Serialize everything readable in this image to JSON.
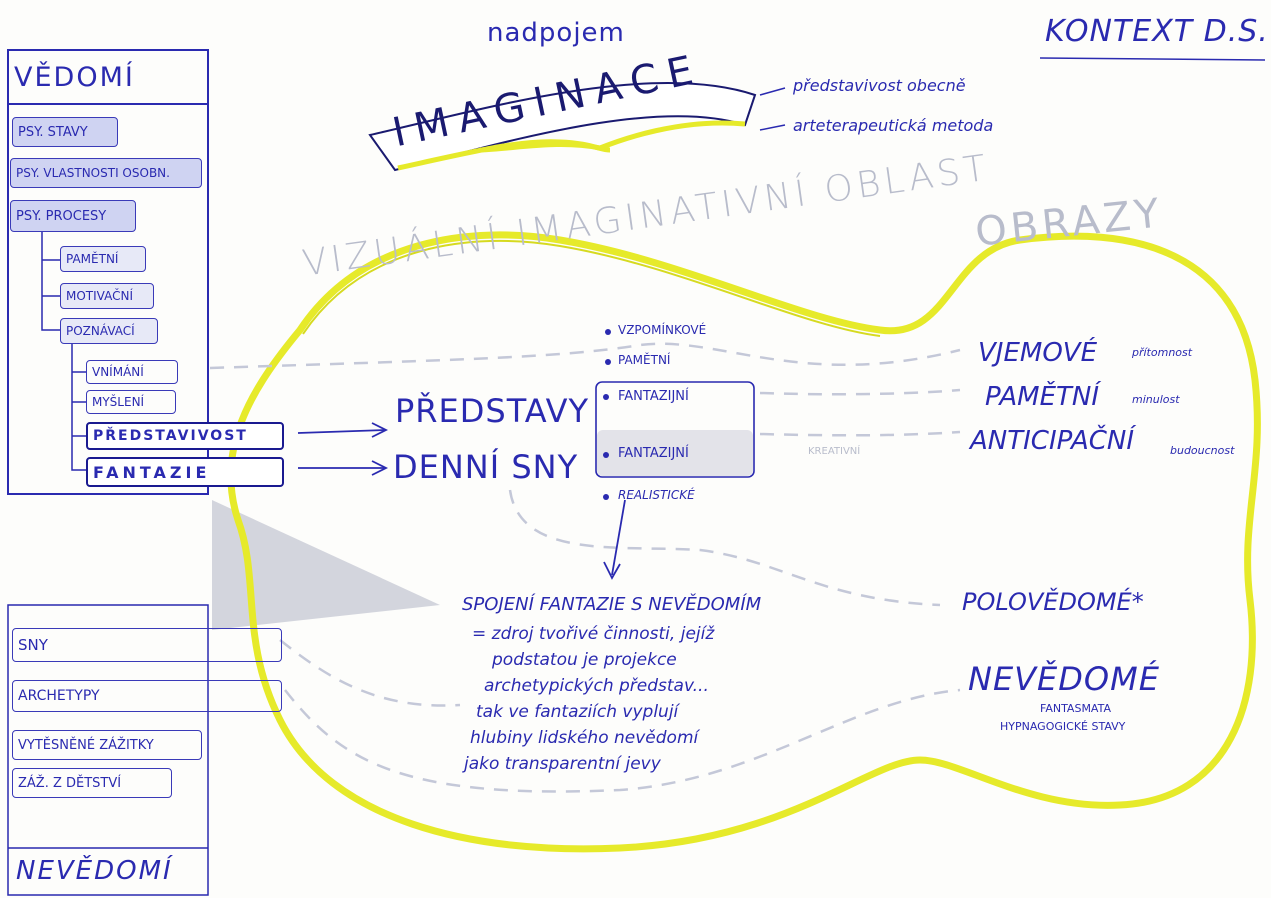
{
  "header": {
    "superconcept": "nadpojem",
    "banner": "IMAGINACE",
    "note_general": "představivost obecně",
    "note_method": "arteterapeutická metoda",
    "context": "KONTEXT D.S."
  },
  "conscious": {
    "title": "VĚDOMÍ",
    "items": [
      "PSY. STAVY",
      "PSY. VLASTNOSTI OSOBN.",
      "PSY. PROCESY",
      "PAMĚTNÍ",
      "MOTIVAČNÍ",
      "POZNÁVACÍ",
      "VNÍMÁNÍ",
      "MYŠLENÍ",
      "PŘEDSTAVIVOST",
      "FANTAZIE"
    ]
  },
  "unconscious": {
    "items": [
      "SNY",
      "ARCHETYPY",
      "VYTĚSNĚNÉ ZÁŽITKY",
      "ZÁŽ. Z DĚTSTVÍ"
    ],
    "title": "NEVĚDOMÍ"
  },
  "guitar": {
    "region_label": "VIZUÁLNÍ IMAGINATIVNÍ OBLAST",
    "images_label": "OBRAZY",
    "predstavy": "PŘEDSTAVY",
    "denni_sny": "DENNÍ SNY",
    "bullets": [
      "VZPOMÍNKOVÉ",
      "PAMĚTNÍ",
      "FANTAZIJNÍ",
      "FANTAZIJNÍ",
      "REALISTICKÉ"
    ],
    "kreativni": "KREATIVNÍ",
    "right_labels": [
      {
        "label": "VJEMOVÉ",
        "note": "přítomnost"
      },
      {
        "label": "PAMĚTNÍ",
        "note": "minulost"
      },
      {
        "label": "ANTICIPAČNÍ",
        "note": "budoucnost"
      },
      {
        "label": "POLOVĚDOMÉ*",
        "note": ""
      },
      {
        "label": "NEVĚDOMÉ",
        "note": ""
      }
    ],
    "phantasm_1": "FANTASMATA",
    "phantasm_2": "HYPNAGOGICKÉ STAVY",
    "connection_title": "SPOJENÍ FANTAZIE S NEVĚDOMÍM",
    "connection_lines": [
      "= zdroj tvořivé činnosti, jejíž",
      "podstatou je projekce",
      "archetypických představ...",
      "tak ve fantaziích vyplují",
      "hlubiny lidského nevědomí",
      "jako transparentní jevy"
    ]
  },
  "colors": {
    "ink": "#2a2ab0",
    "highlight": "#e6ea2a",
    "pencil": "#b8bccb"
  }
}
